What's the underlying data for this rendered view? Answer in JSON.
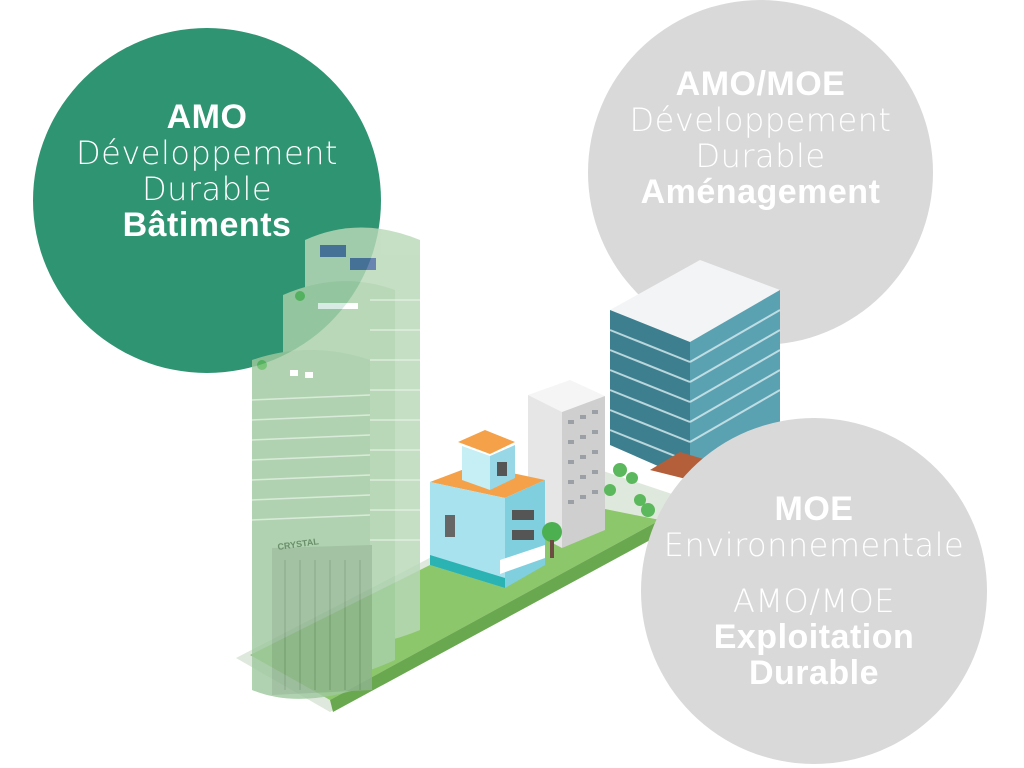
{
  "circles": {
    "amo_batiments": {
      "color": "#2f9471",
      "line1": "AMO",
      "line2": "Développement",
      "line3": "Durable",
      "line4": "Bâtiments"
    },
    "amo_moe_amenagement": {
      "color": "#d9d9d9",
      "line1": "AMO/MOE",
      "line2": "Développement",
      "line3": "Durable",
      "line4": "Aménagement"
    },
    "moe_exploitation": {
      "color": "#d9d9d9",
      "line1": "MOE",
      "line2": "Environnementale",
      "line3": "AMO/MOE",
      "line4": "Exploitation",
      "line5": "Durable"
    }
  },
  "illustration": {
    "tower_sign": "CRYSTAL"
  }
}
